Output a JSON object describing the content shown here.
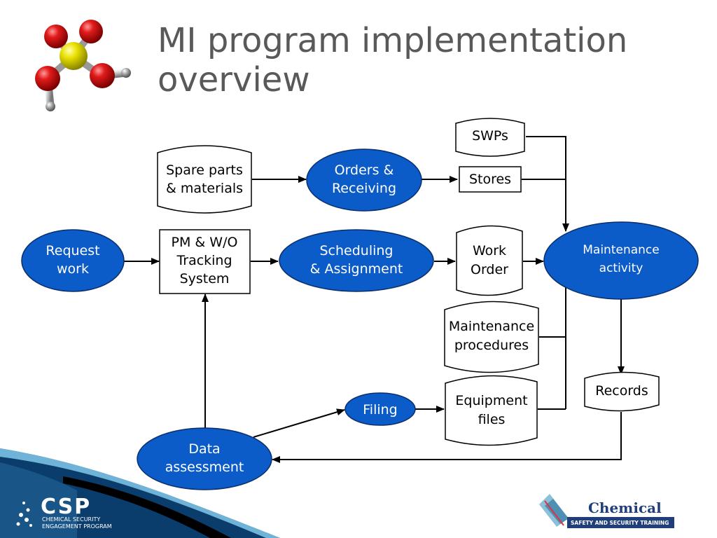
{
  "slide": {
    "title_line1": "MI program implementation",
    "title_line2": "overview"
  },
  "colors": {
    "ellipse_fill": "#0b5bc8",
    "ellipse_stroke": "#0a2f6b",
    "title": "#595959",
    "box_stroke": "#000000",
    "band_dark": "#0a3d6b",
    "band_light": "#6fb3d8"
  },
  "nodes": {
    "swps": "SWPs",
    "stores": "Stores",
    "spare_line1": "Spare parts",
    "spare_line2": "& materials",
    "orders_line1": "Orders &",
    "orders_line2": "Receiving",
    "request_line1": "Request",
    "request_line2": "work",
    "pm_line1": "PM & W/O",
    "pm_line2": "Tracking",
    "pm_line3": "System",
    "sched_line1": "Scheduling",
    "sched_line2": "& Assignment",
    "work_line1": "Work",
    "work_line2": "Order",
    "maint_line1": "Maintenance",
    "maint_line2": "activity",
    "procs_line1": "Maintenance",
    "procs_line2": "procedures",
    "records": "Records",
    "filing": "Filing",
    "equip_line1": "Equipment",
    "equip_line2": "files",
    "data_line1": "Data",
    "data_line2": "assessment"
  },
  "logos": {
    "csp_big": "CSP",
    "csp_line1": "CHEMICAL SECURITY",
    "csp_line2": "ENGAGEMENT PROGRAM",
    "chem_big": "Chemical",
    "chem_small": "SAFETY AND SECURITY TRAINING"
  },
  "icons": {
    "molecule": "sulfuric-acid-molecule-icon"
  }
}
